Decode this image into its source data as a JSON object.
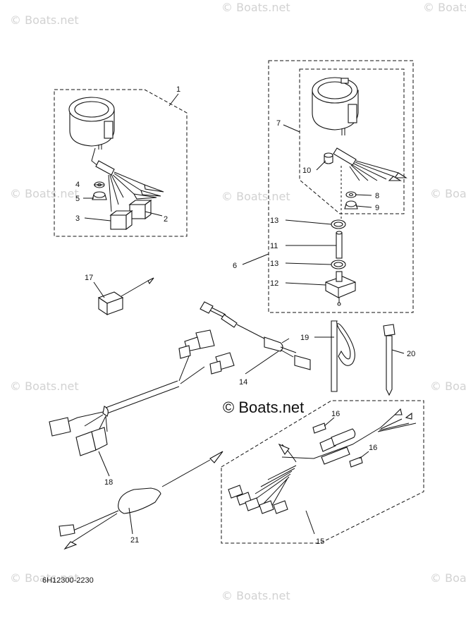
{
  "watermark": "© Boats.net",
  "center_watermark": "© Boats.net",
  "diagram_code": "6H12300-2230",
  "callouts": [
    "1",
    "2",
    "3",
    "4",
    "5",
    "6",
    "7",
    "8",
    "9",
    "10",
    "11",
    "12",
    "13",
    "13",
    "14",
    "15",
    "16",
    "16",
    "17",
    "18",
    "19",
    "20",
    "21"
  ]
}
